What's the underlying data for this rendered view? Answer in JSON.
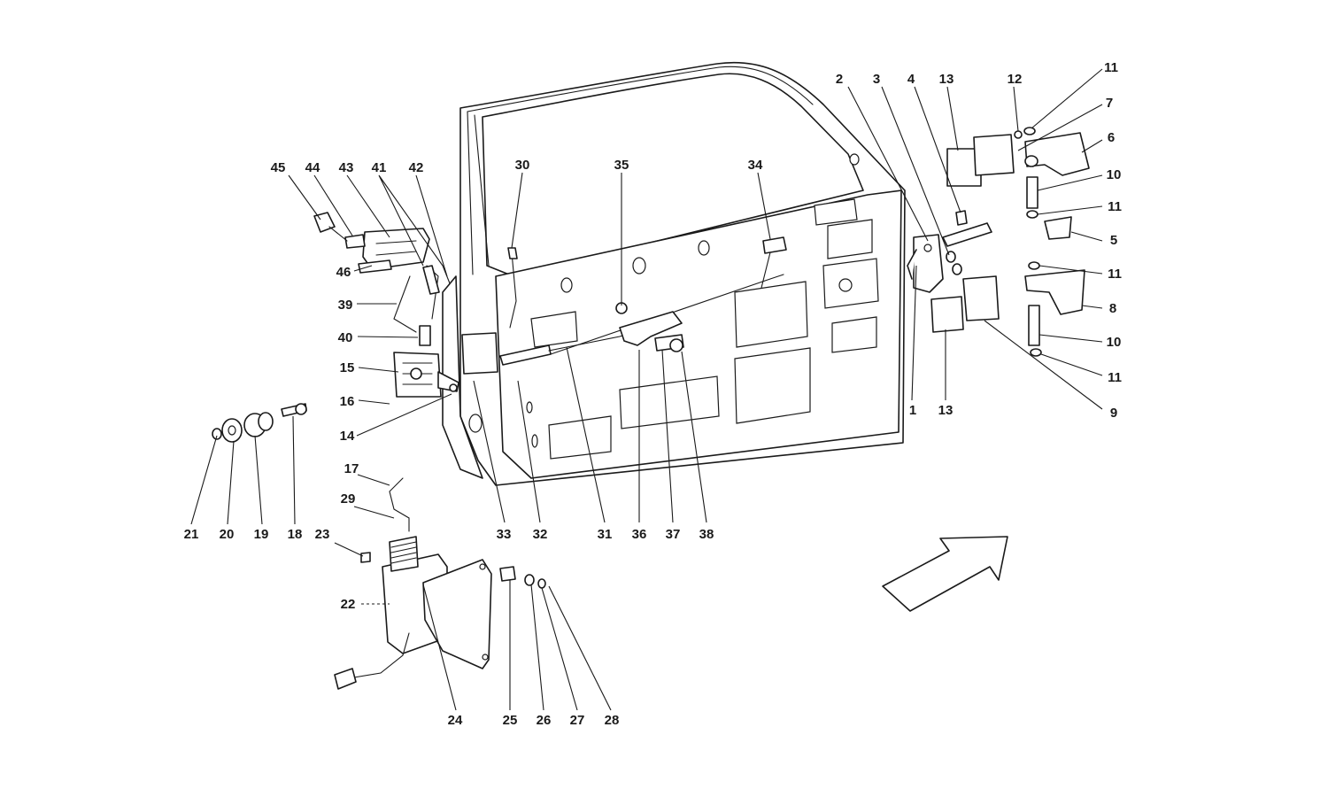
{
  "labels": [
    "1",
    "2",
    "3",
    "4",
    "5",
    "6",
    "7",
    "8",
    "9",
    "10",
    "10",
    "11",
    "11",
    "11",
    "11",
    "11",
    "12",
    "13",
    "13",
    "14",
    "15",
    "16",
    "17",
    "18",
    "19",
    "20",
    "21",
    "22",
    "23",
    "24",
    "25",
    "26",
    "27",
    "28",
    "29",
    "30",
    "31",
    "32",
    "33",
    "34",
    "35",
    "36",
    "37",
    "38",
    "39",
    "40",
    "41",
    "42",
    "43",
    "44",
    "45",
    "46"
  ],
  "arrow": {
    "direction": "up-right"
  }
}
